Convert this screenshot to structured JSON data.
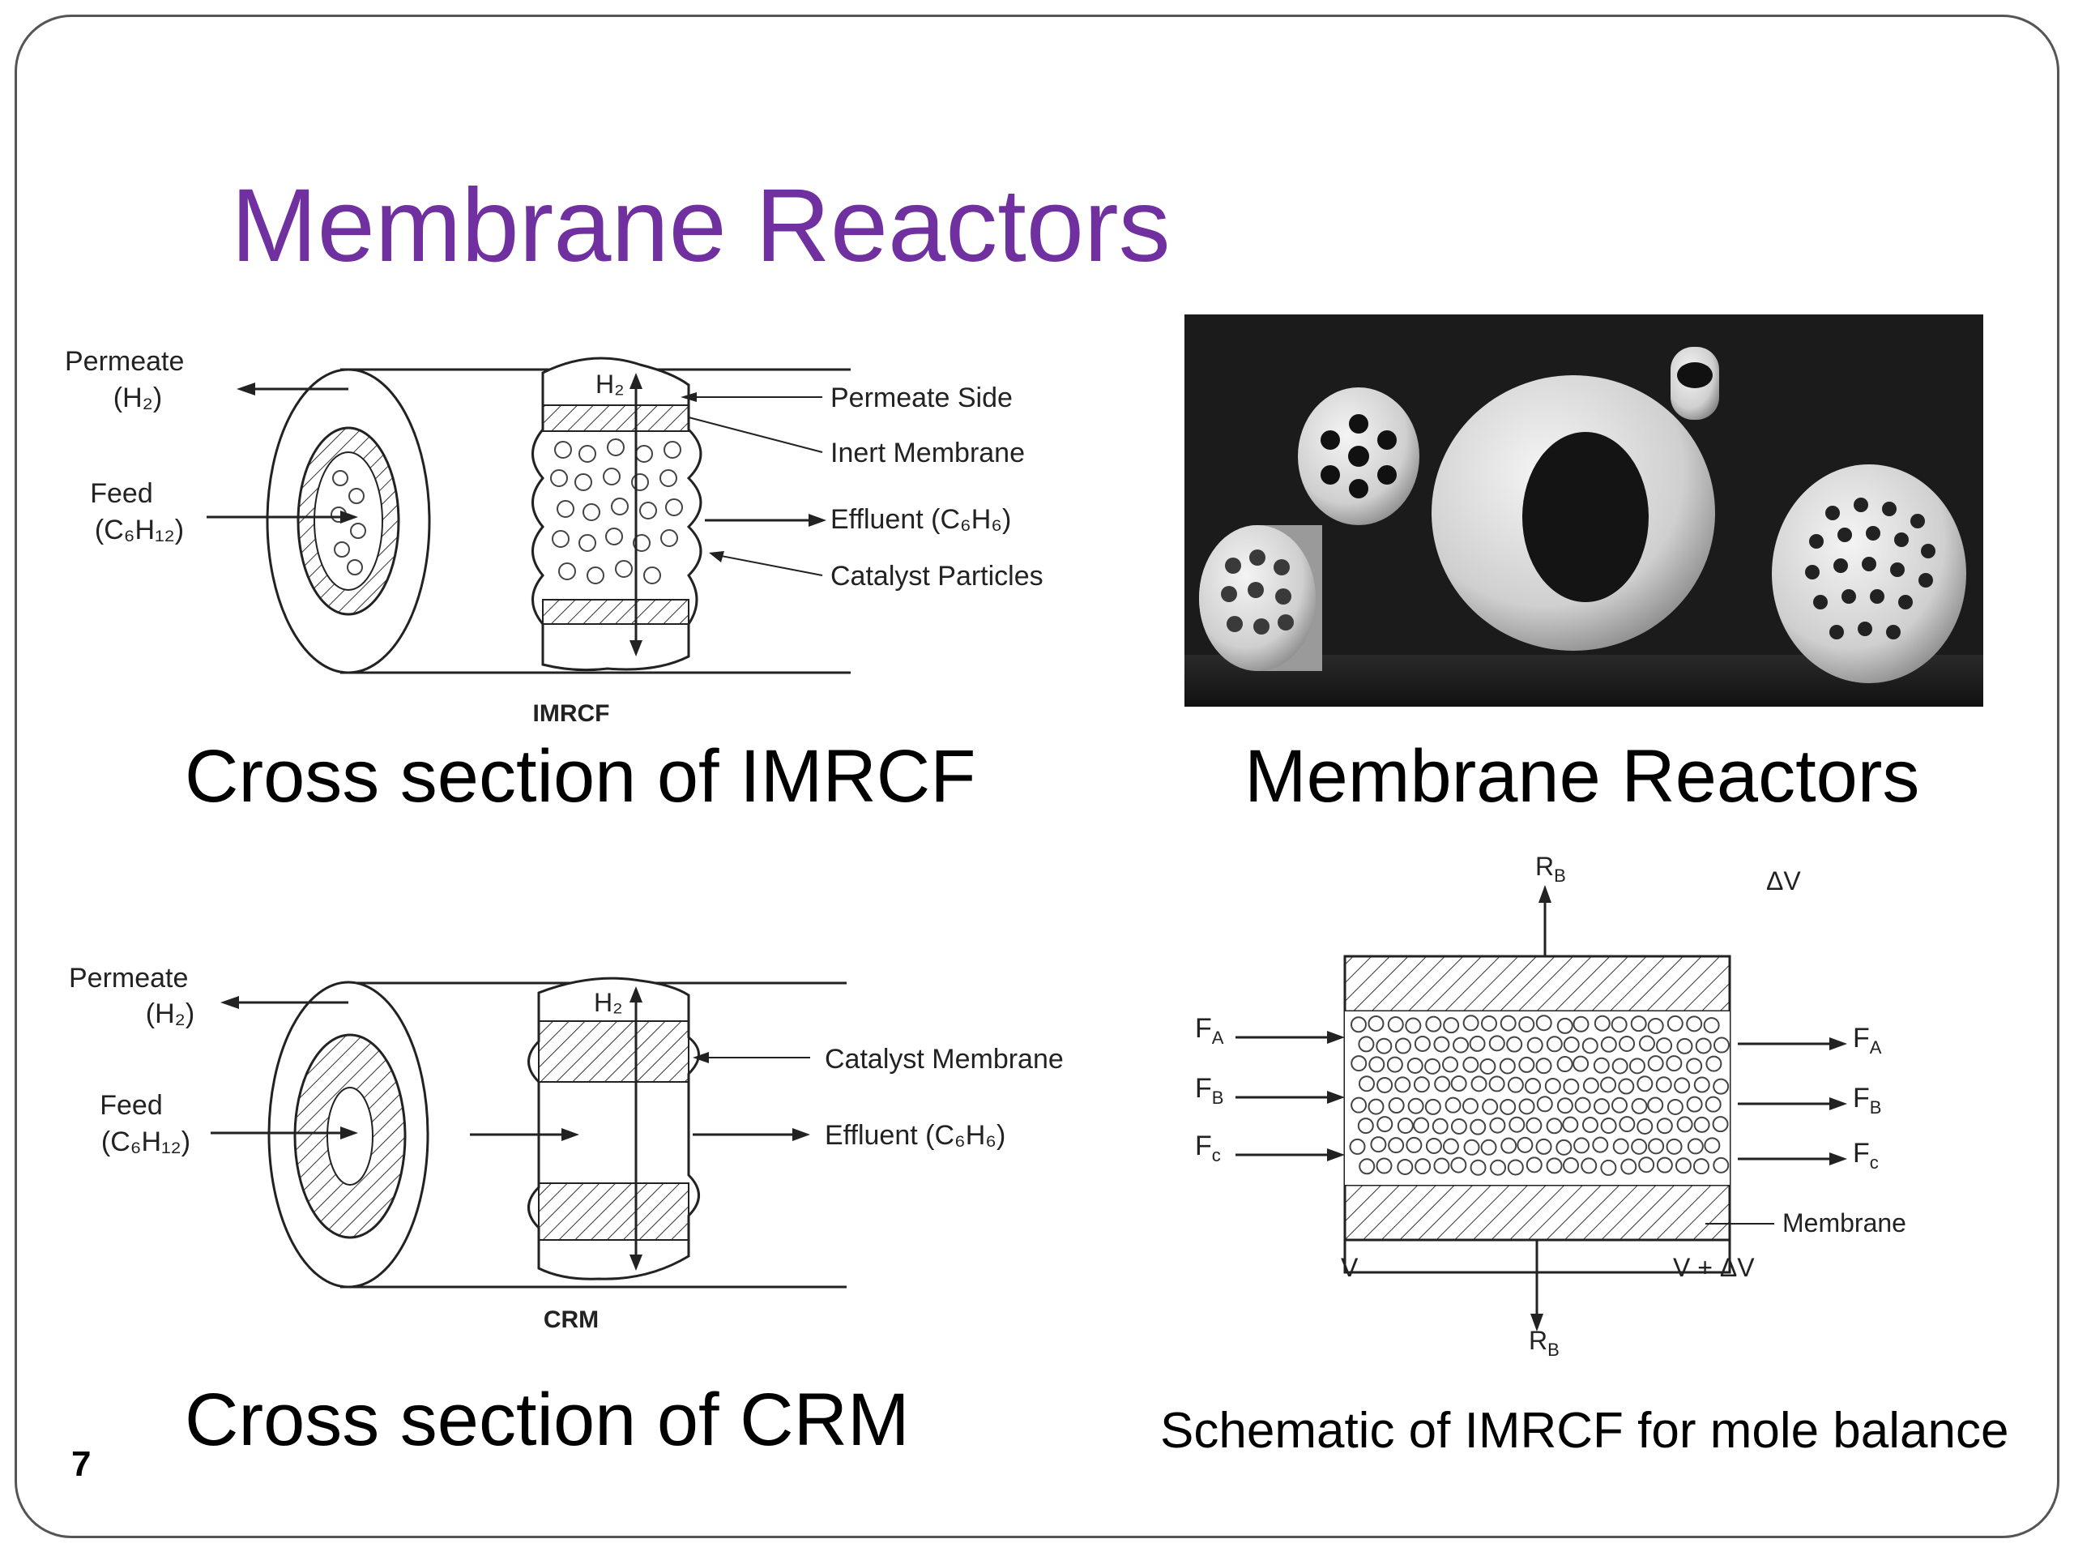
{
  "slide": {
    "title": "Membrane Reactors",
    "page_number": "7"
  },
  "imrcf_diagram": {
    "permeate_label": "Permeate",
    "permeate_species": "(H₂)",
    "feed_label": "Feed",
    "feed_species": "(C₆H₁₂)",
    "h2_label": "H₂",
    "permeate_side": "Permeate Side",
    "inert_membrane": "Inert Membrane",
    "effluent": "Effluent (C₆H₆)",
    "catalyst_particles": "Catalyst Particles",
    "figure_name": "IMRCF",
    "caption": "Cross section of IMRCF"
  },
  "photo": {
    "caption": "Membrane Reactors"
  },
  "crm_diagram": {
    "permeate_label": "Permeate",
    "permeate_species": "(H₂)",
    "feed_label": "Feed",
    "feed_species": "(C₆H₁₂)",
    "h2_label": "H₂",
    "catalyst_membrane": "Catalyst Membrane",
    "effluent": "Effluent (C₆H₆)",
    "figure_name": "CRM",
    "caption": "Cross section of CRM"
  },
  "schematic": {
    "rb_top": "R",
    "rb_bottom": "R",
    "rb_subscript": "B",
    "delta_v": "ΔV",
    "inlet_labels": [
      "F",
      "F",
      "F"
    ],
    "inlet_subscripts": [
      "A",
      "B",
      "c"
    ],
    "outlet_labels": [
      "F",
      "F",
      "F"
    ],
    "outlet_subscripts": [
      "A",
      "B",
      "c"
    ],
    "membrane_label": "Membrane",
    "v_label": "V",
    "v_plus_delta_v": "V + ΔV",
    "caption": "Schematic of IMRCF for mole balance"
  },
  "colors": {
    "title": "#7030a0",
    "frame": "#555555",
    "diagram_ink": "#222222"
  }
}
